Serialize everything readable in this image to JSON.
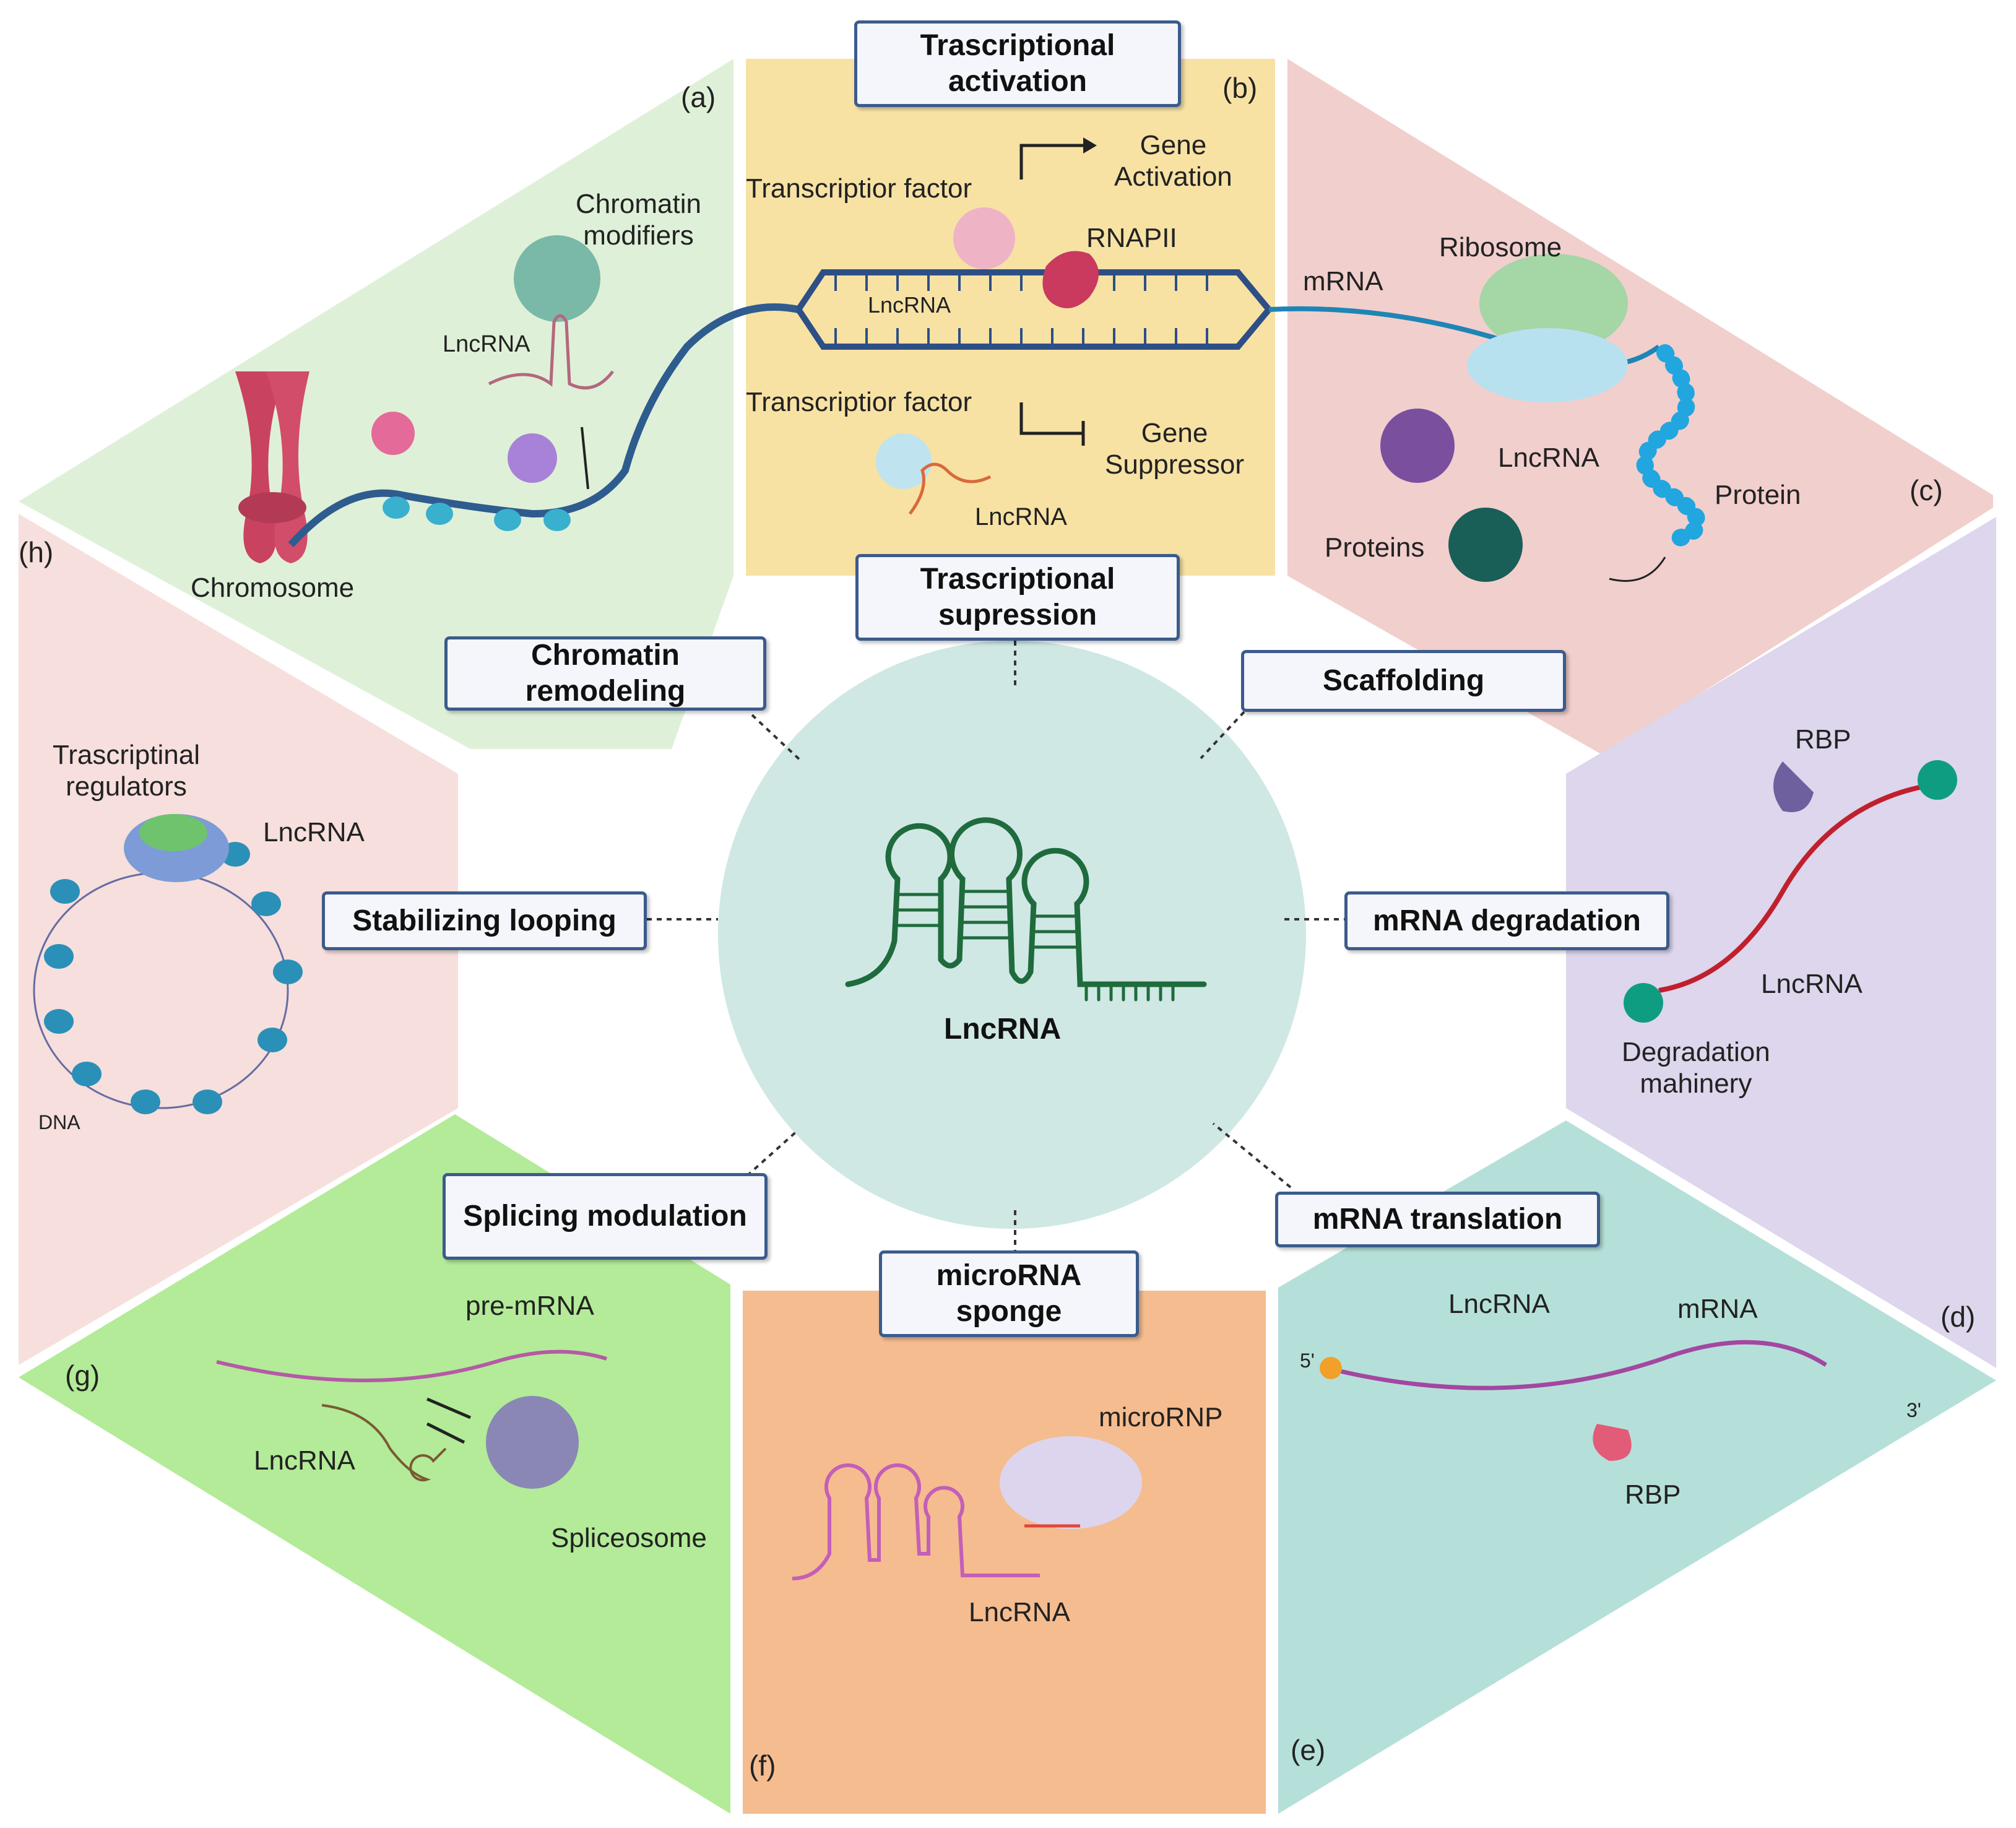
{
  "center": {
    "label": "LncRNA"
  },
  "panels": {
    "a": {
      "tag": "(a)",
      "box": "Chromatin remodeling",
      "chromatin_modifiers": "Chromatin\nmodifiers",
      "lncrna": "LncRNA",
      "chromosome": "Chromosome",
      "color": "#dff0d8"
    },
    "b": {
      "tag": "(b)",
      "box_top": "Trascriptional\nactivation",
      "box_bottom": "Trascriptional\nsupression",
      "tf_top": "Transcriptior factor",
      "gene_activation": "Gene\nActivation",
      "rnapii": "RNAPII",
      "lncrna_mid": "LncRNA",
      "tf_bottom": "Transcriptior factor",
      "gene_suppressor": "Gene\nSuppressor",
      "lncrna_bottom": "LncRNA",
      "color": "#f7e2a4"
    },
    "c": {
      "tag": "(c)",
      "box": "Scaffolding",
      "mrna": "mRNA",
      "ribosome": "Ribosome",
      "lncrna": "LncRNA",
      "protein": "Protein",
      "proteins": "Proteins",
      "color": "#f1cfcd"
    },
    "d": {
      "tag": "(d)",
      "box": "mRNA degradation",
      "rbp": "RBP",
      "lncrna": "LncRNA",
      "degradation": "Degradation\nmahinery",
      "color": "#ddd6ec"
    },
    "e": {
      "tag": "(e)",
      "box": "mRNA translation",
      "lncrna": "LncRNA",
      "mrna": "mRNA",
      "rbp": "RBP",
      "five": "5'",
      "three": "3'",
      "color": "#b5e0d9"
    },
    "f": {
      "tag": "(f)",
      "box": "microRNA\nsponge",
      "micrornp": "microRNP",
      "lncrna": "LncRNA",
      "color": "#f5bc8f"
    },
    "g": {
      "tag": "(g)",
      "box": "Splicing modulation",
      "premrna": "pre-mRNA",
      "lncrna": "LncRNA",
      "spliceosome": "Spliceosome",
      "color": "#b3eb98"
    },
    "h": {
      "tag": "(h)",
      "box": "Stabilizing looping",
      "regulators": "Trascriptinal\nregulators",
      "lncrna": "LncRNA",
      "dna": "DNA",
      "color": "#f6dfdc"
    }
  }
}
